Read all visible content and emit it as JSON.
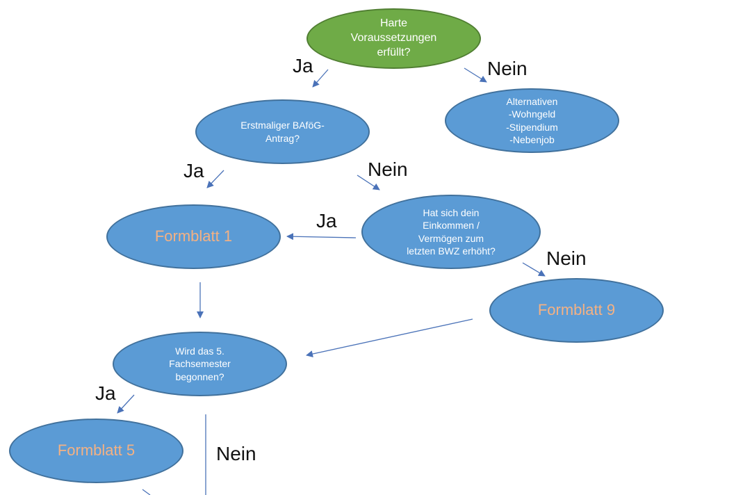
{
  "colors": {
    "green": "#70ad47",
    "blue": "#5b9bd5",
    "formblatt_text": "#f4b183",
    "arrow": "#4a72b8"
  },
  "nodes": {
    "start": "Harte\nVoraussetzungen\nerfüllt?",
    "alternativen": "Alternativen\n-Wohngeld\n-Stipendium\n-Nebenjob",
    "erstmalig": "Erstmaliger BAföG-\nAntrag?",
    "einkommen": "Hat sich dein\nEinkommen /\nVermögen zum\nletzten BWZ erhöht?",
    "formblatt1": "Formblatt 1",
    "formblatt9": "Formblatt 9",
    "fachsemester": "Wird das 5.\nFachsemester\nbegonnen?",
    "formblatt5": "Formblatt 5"
  },
  "labels": {
    "ja_1": "Ja",
    "nein_1": "Nein",
    "ja_2": "Ja",
    "nein_2": "Nein",
    "ja_3": "Ja",
    "nein_3": "Nein",
    "ja_4": "Ja",
    "nein_4": "Nein"
  }
}
